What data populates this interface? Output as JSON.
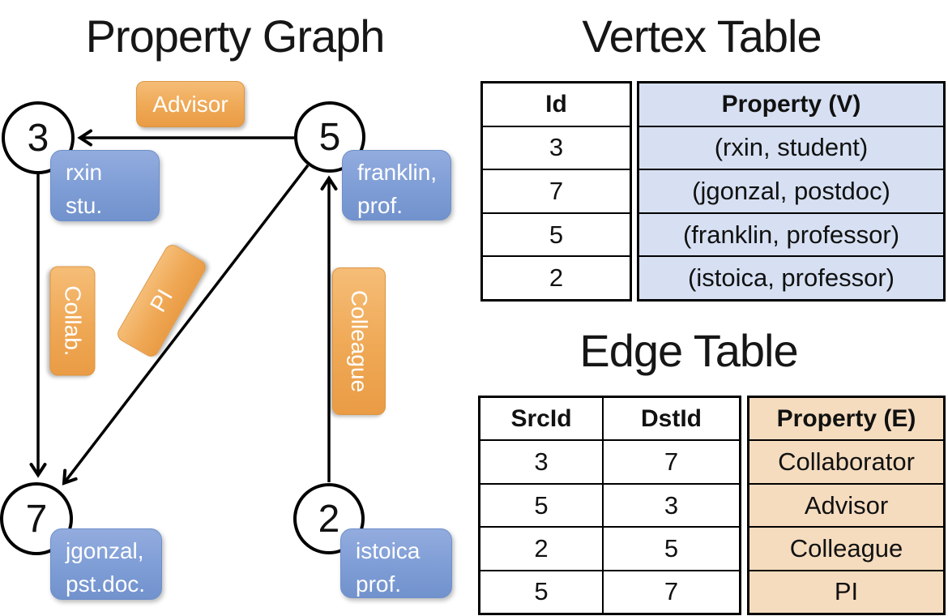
{
  "graph": {
    "title": "Property Graph",
    "nodes": [
      {
        "id": "3",
        "lines": [
          "rxin",
          "stu."
        ]
      },
      {
        "id": "5",
        "lines": [
          "franklin,",
          "prof."
        ]
      },
      {
        "id": "7",
        "lines": [
          "jgonzal,",
          "pst.doc."
        ]
      },
      {
        "id": "2",
        "lines": [
          "istoica",
          "prof."
        ]
      }
    ],
    "edge_labels": {
      "advisor": "Advisor",
      "collab": "Collab.",
      "pi": "PI",
      "colleague": "Colleague"
    }
  },
  "vertex_table": {
    "title": "Vertex Table",
    "columns": [
      "Id",
      "Property (V)"
    ],
    "rows": [
      [
        "3",
        "(rxin, student)"
      ],
      [
        "7",
        "(jgonzal, postdoc)"
      ],
      [
        "5",
        "(franklin, professor)"
      ],
      [
        "2",
        "(istoica, professor)"
      ]
    ]
  },
  "edge_table": {
    "title": "Edge Table",
    "columns": [
      "SrcId",
      "DstId",
      "Property (E)"
    ],
    "rows": [
      [
        "3",
        "7",
        "Collaborator"
      ],
      [
        "5",
        "3",
        "Advisor"
      ],
      [
        "2",
        "5",
        "Colleague"
      ],
      [
        "5",
        "7",
        "PI"
      ]
    ]
  },
  "colors": {
    "vertex_property_fill": "#d6e0f2",
    "edge_property_fill": "#f5dcbf",
    "node_box_blue": "#7f9dd5",
    "edge_label_orange": "#efa64f",
    "line_black": "#000000"
  }
}
